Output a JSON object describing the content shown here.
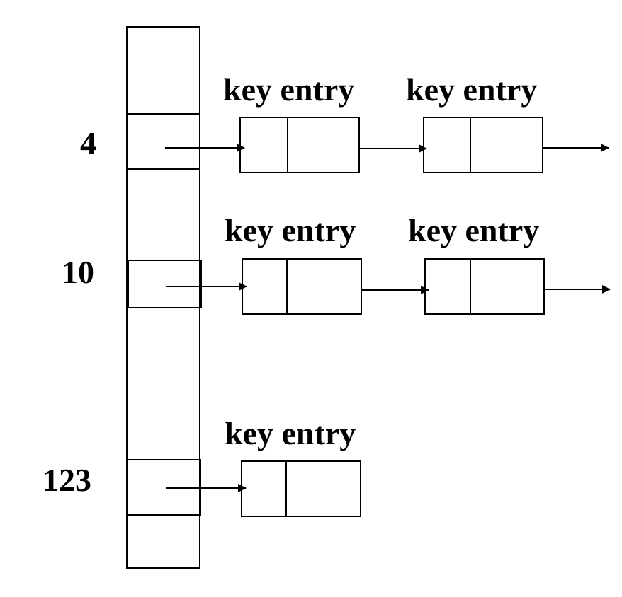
{
  "colors": {
    "stroke": "#000000",
    "background": "#ffffff"
  },
  "buckets": [
    {
      "index": "4",
      "chain": [
        {
          "label": "key entry"
        },
        {
          "label": "key entry"
        }
      ],
      "continues": true
    },
    {
      "index": "10",
      "chain": [
        {
          "label": "key entry"
        },
        {
          "label": "key entry"
        }
      ],
      "continues": true
    },
    {
      "index": "123",
      "chain": [
        {
          "label": "key entry"
        }
      ],
      "continues": false
    }
  ]
}
